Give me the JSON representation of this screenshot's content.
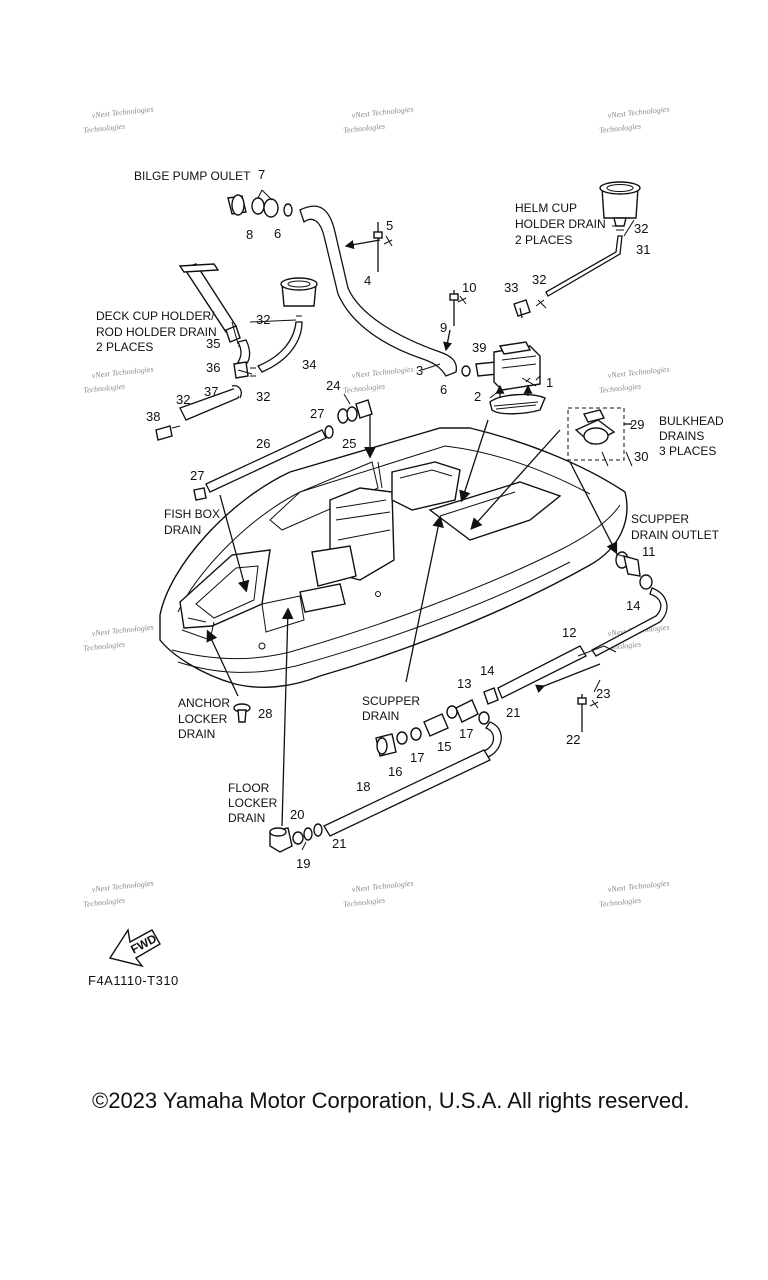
{
  "labels": {
    "bilge_pump_outlet": "BILGE PUMP OULET",
    "helm_cup_1": "HELM CUP",
    "helm_cup_2": "HOLDER DRAIN",
    "helm_cup_3": "2 PLACES",
    "deck_cup_1": "DECK CUP HOLDER/",
    "deck_cup_2": "ROD HOLDER DRAIN",
    "deck_cup_3": "2 PLACES",
    "bulkhead_1": "BULKHEAD",
    "bulkhead_2": "DRAINS",
    "bulkhead_3": "3 PLACES",
    "fish_box_1": "FISH BOX",
    "fish_box_2": "DRAIN",
    "scupper_outlet_1": "SCUPPER",
    "scupper_outlet_2": "DRAIN OUTLET",
    "anchor_1": "ANCHOR",
    "anchor_2": "LOCKER",
    "anchor_3": "DRAIN",
    "scupper_1": "SCUPPER",
    "scupper_2": "DRAIN",
    "floor_1": "FLOOR",
    "floor_2": "LOCKER",
    "floor_3": "DRAIN",
    "fwd": "FWD"
  },
  "parts": {
    "p1": "1",
    "p2": "2",
    "p3": "3",
    "p4": "4",
    "p5": "5",
    "p6a": "6",
    "p6b": "6",
    "p7": "7",
    "p8": "8",
    "p9": "9",
    "p10": "10",
    "p11": "11",
    "p12": "12",
    "p13": "13",
    "p14a": "14",
    "p14b": "14",
    "p15": "15",
    "p16": "16",
    "p17a": "17",
    "p17b": "17",
    "p18": "18",
    "p19": "19",
    "p20": "20",
    "p21a": "21",
    "p21b": "21",
    "p22": "22",
    "p23": "23",
    "p24": "24",
    "p25": "25",
    "p26": "26",
    "p27a": "27",
    "p27b": "27",
    "p28": "28",
    "p29": "29",
    "p30": "30",
    "p31": "31",
    "p32a": "32",
    "p32b": "32",
    "p32c": "32",
    "p32d": "32",
    "p32e": "32",
    "p33": "33",
    "p34": "34",
    "p35": "35",
    "p36": "36",
    "p37": "37",
    "p38": "38",
    "p39": "39"
  },
  "watermark": {
    "line1": "vNext Technologies",
    "line2": "Technologies"
  },
  "diagram_code": "F4A1110-T310",
  "copyright": "©2023 Yamaha Motor Corporation, U.S.A. All rights reserved."
}
